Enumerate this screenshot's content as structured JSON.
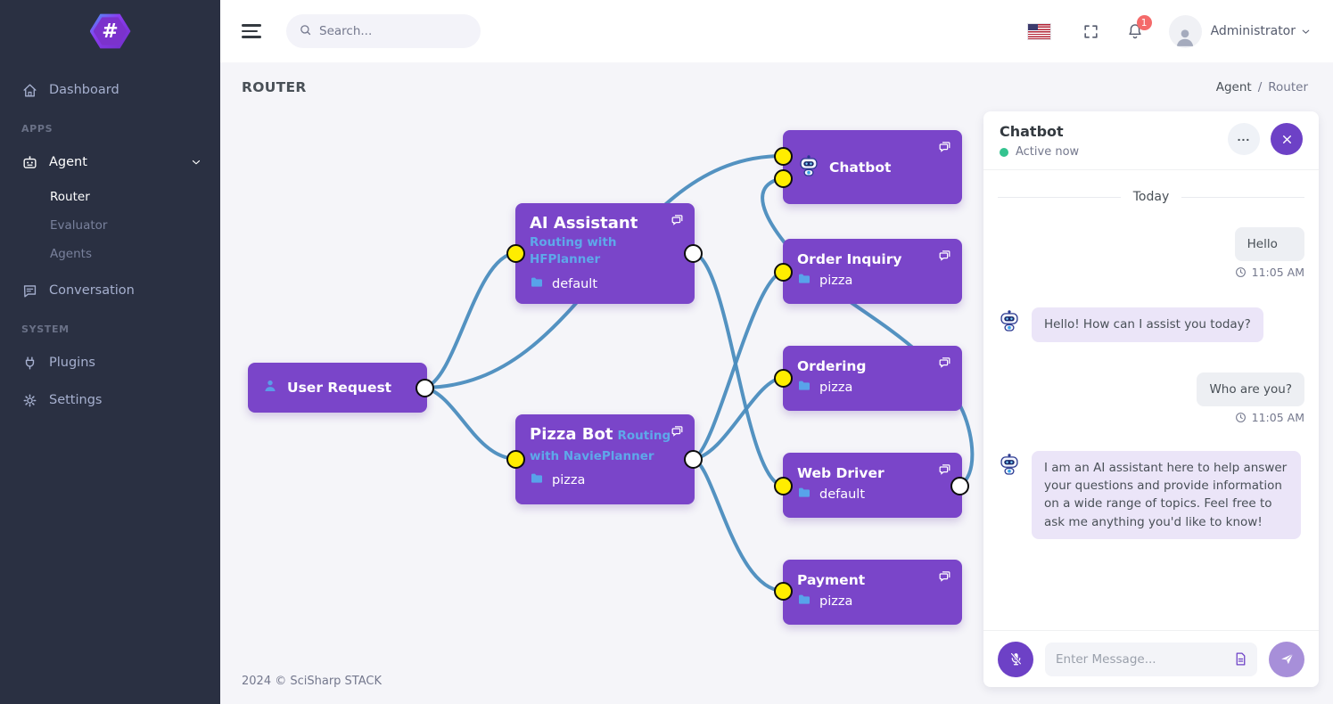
{
  "colors": {
    "sidebar_bg": "#2a3042",
    "accent_purple": "#6d41c6",
    "node_purple": "#7a45c9",
    "edge_blue": "#4a8cbe",
    "port_yellow": "#ffed00",
    "status_green": "#34c38f",
    "badge_red": "#f46a6a",
    "subtitle_blue": "#5ea8ea"
  },
  "sidebar": {
    "logo_symbol": "#",
    "dashboard": "Dashboard",
    "apps_heading": "APPS",
    "agent": "Agent",
    "router": "Router",
    "evaluator": "Evaluator",
    "agents": "Agents",
    "conversation": "Conversation",
    "system_heading": "SYSTEM",
    "plugins": "Plugins",
    "settings": "Settings"
  },
  "topbar": {
    "search_placeholder": "Search...",
    "notification_count": "1",
    "user_name": "Administrator"
  },
  "page": {
    "title": "ROUTER",
    "breadcrumb": {
      "parent": "Agent",
      "separator": "/",
      "current": "Router"
    }
  },
  "graph": {
    "nodes": [
      {
        "id": "user-request",
        "title": "User Request"
      },
      {
        "id": "ai-assistant",
        "title": "AI Assistant",
        "subtitle": "Routing with HFPlanner",
        "category": "default"
      },
      {
        "id": "pizza-bot",
        "title": "Pizza Bot",
        "subtitle": "Routing with NaviePlanner",
        "category": "pizza"
      },
      {
        "id": "chatbot",
        "title": "Chatbot"
      },
      {
        "id": "order-inquiry",
        "title": "Order Inquiry",
        "category": "pizza"
      },
      {
        "id": "ordering",
        "title": "Ordering",
        "category": "pizza"
      },
      {
        "id": "web-driver",
        "title": "Web Driver",
        "category": "default"
      },
      {
        "id": "payment",
        "title": "Payment",
        "category": "pizza"
      }
    ],
    "edges": [
      {
        "from": "user-request",
        "to": "ai-assistant"
      },
      {
        "from": "user-request",
        "to": "pizza-bot"
      },
      {
        "from": "user-request",
        "to": "chatbot"
      },
      {
        "from": "ai-assistant",
        "to": "web-driver"
      },
      {
        "from": "web-driver",
        "to": "chatbot"
      },
      {
        "from": "pizza-bot",
        "to": "order-inquiry"
      },
      {
        "from": "pizza-bot",
        "to": "ordering"
      },
      {
        "from": "pizza-bot",
        "to": "payment"
      }
    ]
  },
  "chat": {
    "title": "Chatbot",
    "status": "Active now",
    "date_divider": "Today",
    "messages": [
      {
        "role": "user",
        "text": "Hello",
        "time": "11:05 AM"
      },
      {
        "role": "bot",
        "text": "Hello! How can I assist you today?"
      },
      {
        "role": "user",
        "text": "Who are you?",
        "time": "11:05 AM"
      },
      {
        "role": "bot",
        "text": "I am an AI assistant here to help answer your questions and provide information on a wide range of topics. Feel free to ask me anything you'd like to know!"
      }
    ],
    "input_placeholder": "Enter Message..."
  },
  "footer": {
    "text": "2024 © SciSharp STACK"
  }
}
